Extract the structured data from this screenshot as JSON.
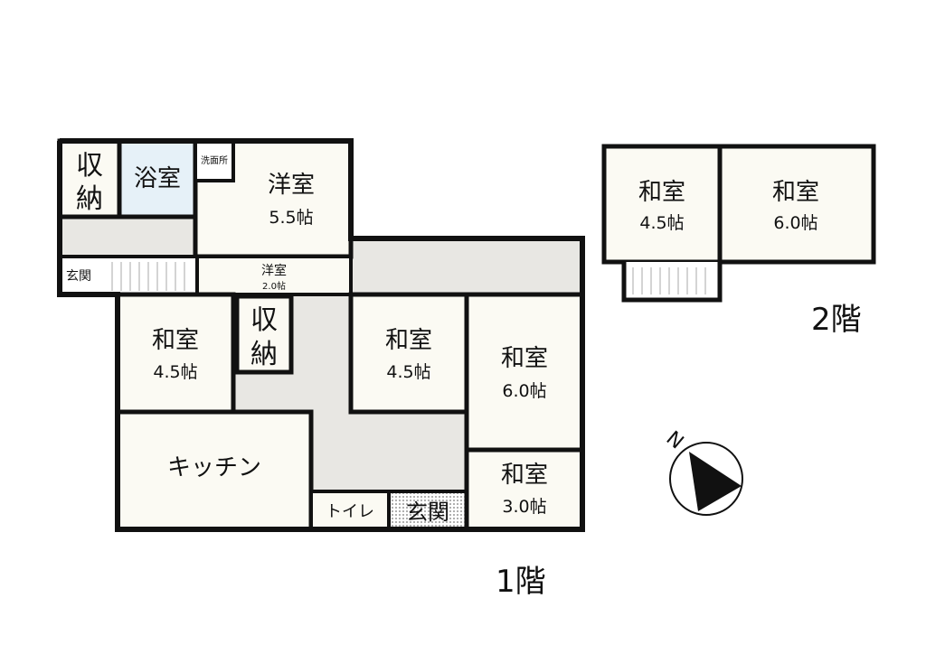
{
  "floor1": {
    "title": "1階",
    "rooms": {
      "storage_a": {
        "name_line1": "収",
        "name_line2": "納"
      },
      "bath": {
        "name": "浴室"
      },
      "washroom": {
        "name": "洗面所"
      },
      "western_large": {
        "name": "洋室",
        "size": "5.5帖"
      },
      "entrance_side": {
        "name": "玄関"
      },
      "western_small": {
        "name": "洋室",
        "size": "2.0帖"
      },
      "japanese_left": {
        "name": "和室",
        "size": "4.5帖"
      },
      "storage_b": {
        "name_line1": "収",
        "name_line2": "納"
      },
      "japanese_center": {
        "name": "和室",
        "size": "4.5帖"
      },
      "japanese_right": {
        "name": "和室",
        "size": "6.0帖"
      },
      "kitchen": {
        "name": "キッチン"
      },
      "toilet": {
        "name": "トイレ"
      },
      "entrance_main": {
        "name": "玄関"
      },
      "japanese_small": {
        "name": "和室",
        "size": "3.0帖"
      }
    }
  },
  "floor2": {
    "title": "2階",
    "rooms": {
      "japanese_a": {
        "name": "和室",
        "size": "4.5帖"
      },
      "japanese_b": {
        "name": "和室",
        "size": "6.0帖"
      }
    }
  },
  "compass": {
    "label": "N",
    "icon": "compass-arrow-icon"
  },
  "colors": {
    "wall": "#111111",
    "room_fill": "#fbfaf3",
    "corridor_fill": "#e8e7e3",
    "bath_fill": "#e6f1f8"
  }
}
